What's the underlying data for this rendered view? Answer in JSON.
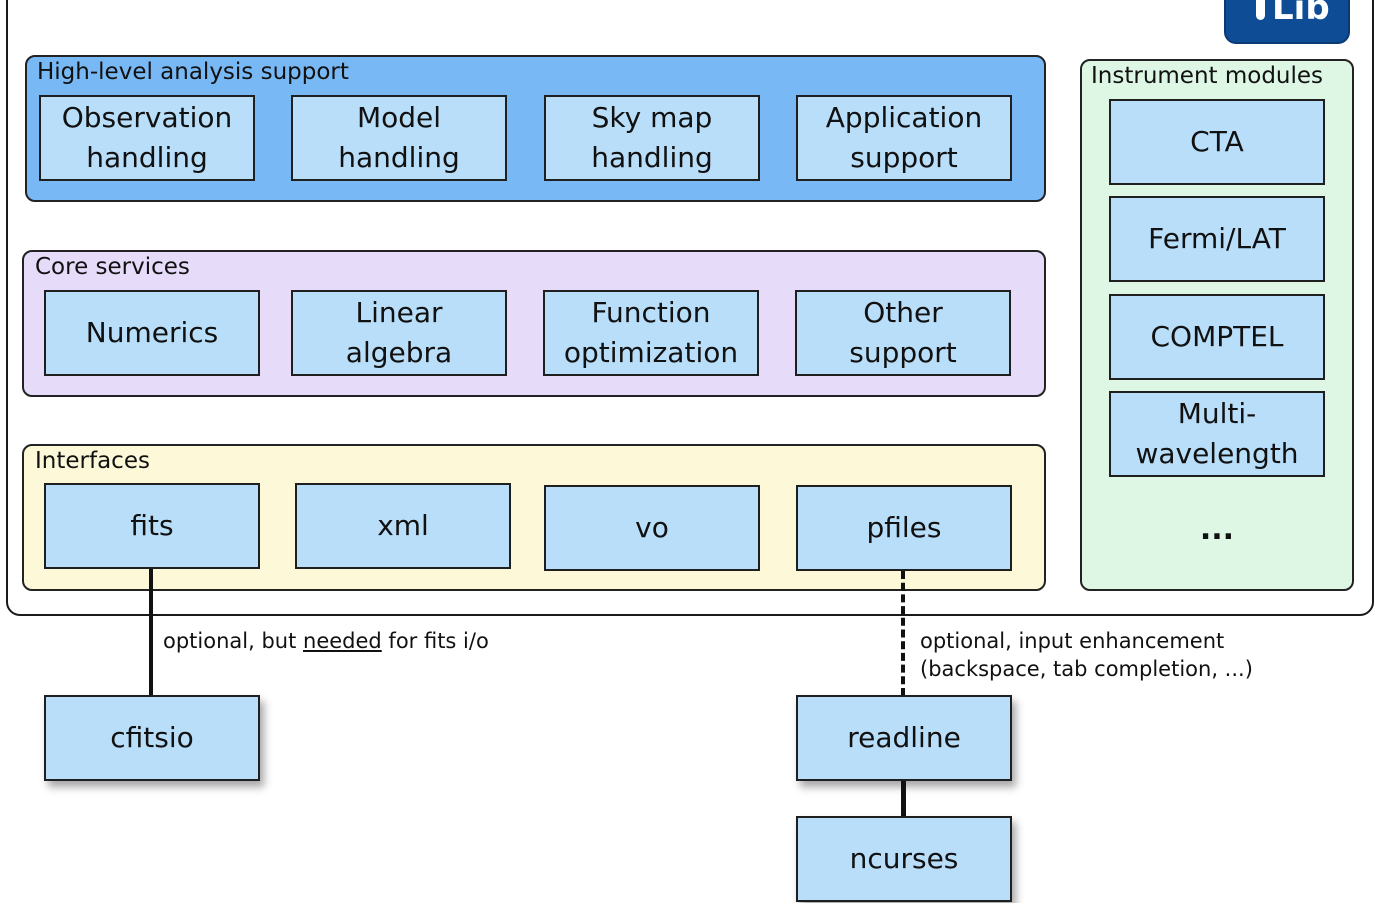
{
  "logo": {
    "text": "Lib"
  },
  "groups": {
    "high": {
      "label": "High-level analysis support",
      "boxes": [
        "Observation\nhandling",
        "Model\nhandling",
        "Sky map\nhandling",
        "Application\nsupport"
      ]
    },
    "core": {
      "label": "Core services",
      "boxes": [
        "Numerics",
        "Linear\nalgebra",
        "Function\noptimization",
        "Other\nsupport"
      ]
    },
    "interfaces": {
      "label": "Interfaces",
      "boxes": [
        "fits",
        "xml",
        "vo",
        "pfiles"
      ]
    },
    "instrument": {
      "label": "Instrument modules",
      "boxes": [
        "CTA",
        "Fermi/LAT",
        "COMPTEL",
        "Multi-\nwavelength"
      ],
      "more": "..."
    }
  },
  "external": {
    "cfitsio": "cfitsio",
    "readline": "readline",
    "ncurses": "ncurses"
  },
  "notes": {
    "fits_pre": "optional, but ",
    "fits_underlined": "needed",
    "fits_post": " for fits i/o",
    "pfiles_line1": "optional, input enhancement",
    "pfiles_line2": "(backspace, tab completion, ...)"
  }
}
